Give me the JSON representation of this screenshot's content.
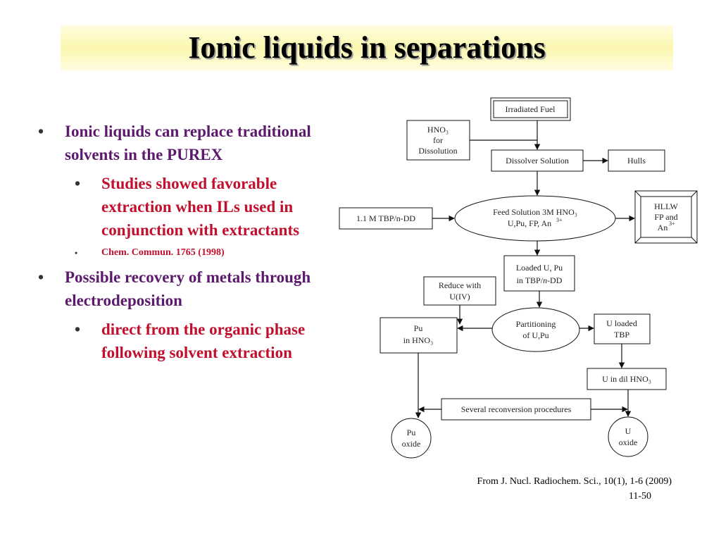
{
  "title": "Ionic liquids in separations",
  "bullets": {
    "b1": "Ionic liquids can replace traditional solvents in the PUREX",
    "b1_sub": "Studies showed favorable extraction when ILs used in conjunction with extractants",
    "b1_ref": "Chem. Commun. 1765 (1998)",
    "b2": "Possible recovery of metals through electrodeposition",
    "b2_sub": "direct from the organic phase following solvent extraction"
  },
  "diagram": {
    "irradiated_fuel": "Irradiated Fuel",
    "hno3_line1": "HNO₃",
    "hno3_line2": "for",
    "hno3_line3": "Dissolution",
    "dissolver": "Dissolver Solution",
    "hulls": "Hulls",
    "tbp": "1.1 M TBP/n-DD",
    "feed_line1": "Feed Solution 3M HNO₃",
    "feed_line2": "U,Pu, FP, An",
    "feed_sup": "3+",
    "hllw_line1": "HLLW",
    "hllw_line2": "FP and",
    "hllw_line3": "An",
    "hllw_sup": "3+",
    "loaded_line1": "Loaded U, Pu",
    "loaded_line2_a": "in TBP/",
    "loaded_line2_b": "n",
    "loaded_line2_c": "-DD",
    "reduce_line1": "Reduce with",
    "reduce_line2": "U(IV)",
    "pu_hno3_line1": "Pu",
    "pu_hno3_line2": "in HNO₃",
    "partition_line1": "Partitioning",
    "partition_line2": "of U,Pu",
    "u_tbp_line1": "U loaded",
    "u_tbp_line2": "TBP",
    "u_dil": "U in dil HNO₃",
    "reconversion": "Several reconversion procedures",
    "pu_oxide_line1": "Pu",
    "pu_oxide_line2": "oxide",
    "u_oxide_line1": "U",
    "u_oxide_line2": "oxide"
  },
  "citation": "From J. Nucl. Radiochem. Sci., 10(1), 1-6 (2009)",
  "page_number": "11-50"
}
